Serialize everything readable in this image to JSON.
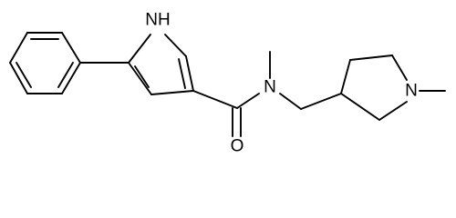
{
  "molecule": {
    "colors": {
      "bond": "#000000",
      "background": "#ffffff"
    },
    "atom_labels": {
      "pyrrole_nh_label": "NH",
      "amide_n_label": "N",
      "carbonyl_o_label": "O",
      "pyrrolidine_n_label": "N"
    }
  }
}
